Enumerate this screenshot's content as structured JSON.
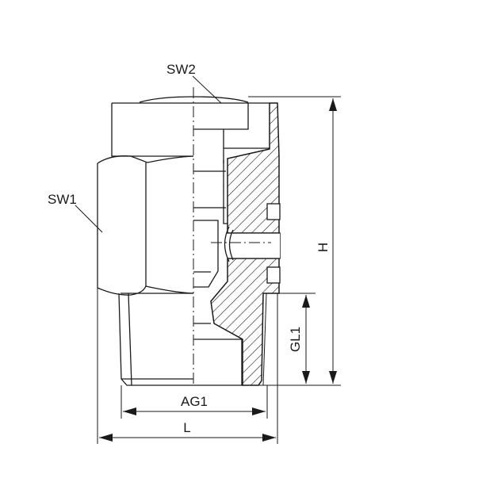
{
  "drawing": {
    "type": "technical-cross-section",
    "subject": "threaded fitting with two hex nuts",
    "labels": {
      "sw1": "SW1",
      "sw2": "SW2",
      "h": "H",
      "gl1": "GL1",
      "ag1": "AG1",
      "l": "L"
    },
    "colors": {
      "line": "#1a1a1a",
      "background": "#ffffff"
    }
  }
}
